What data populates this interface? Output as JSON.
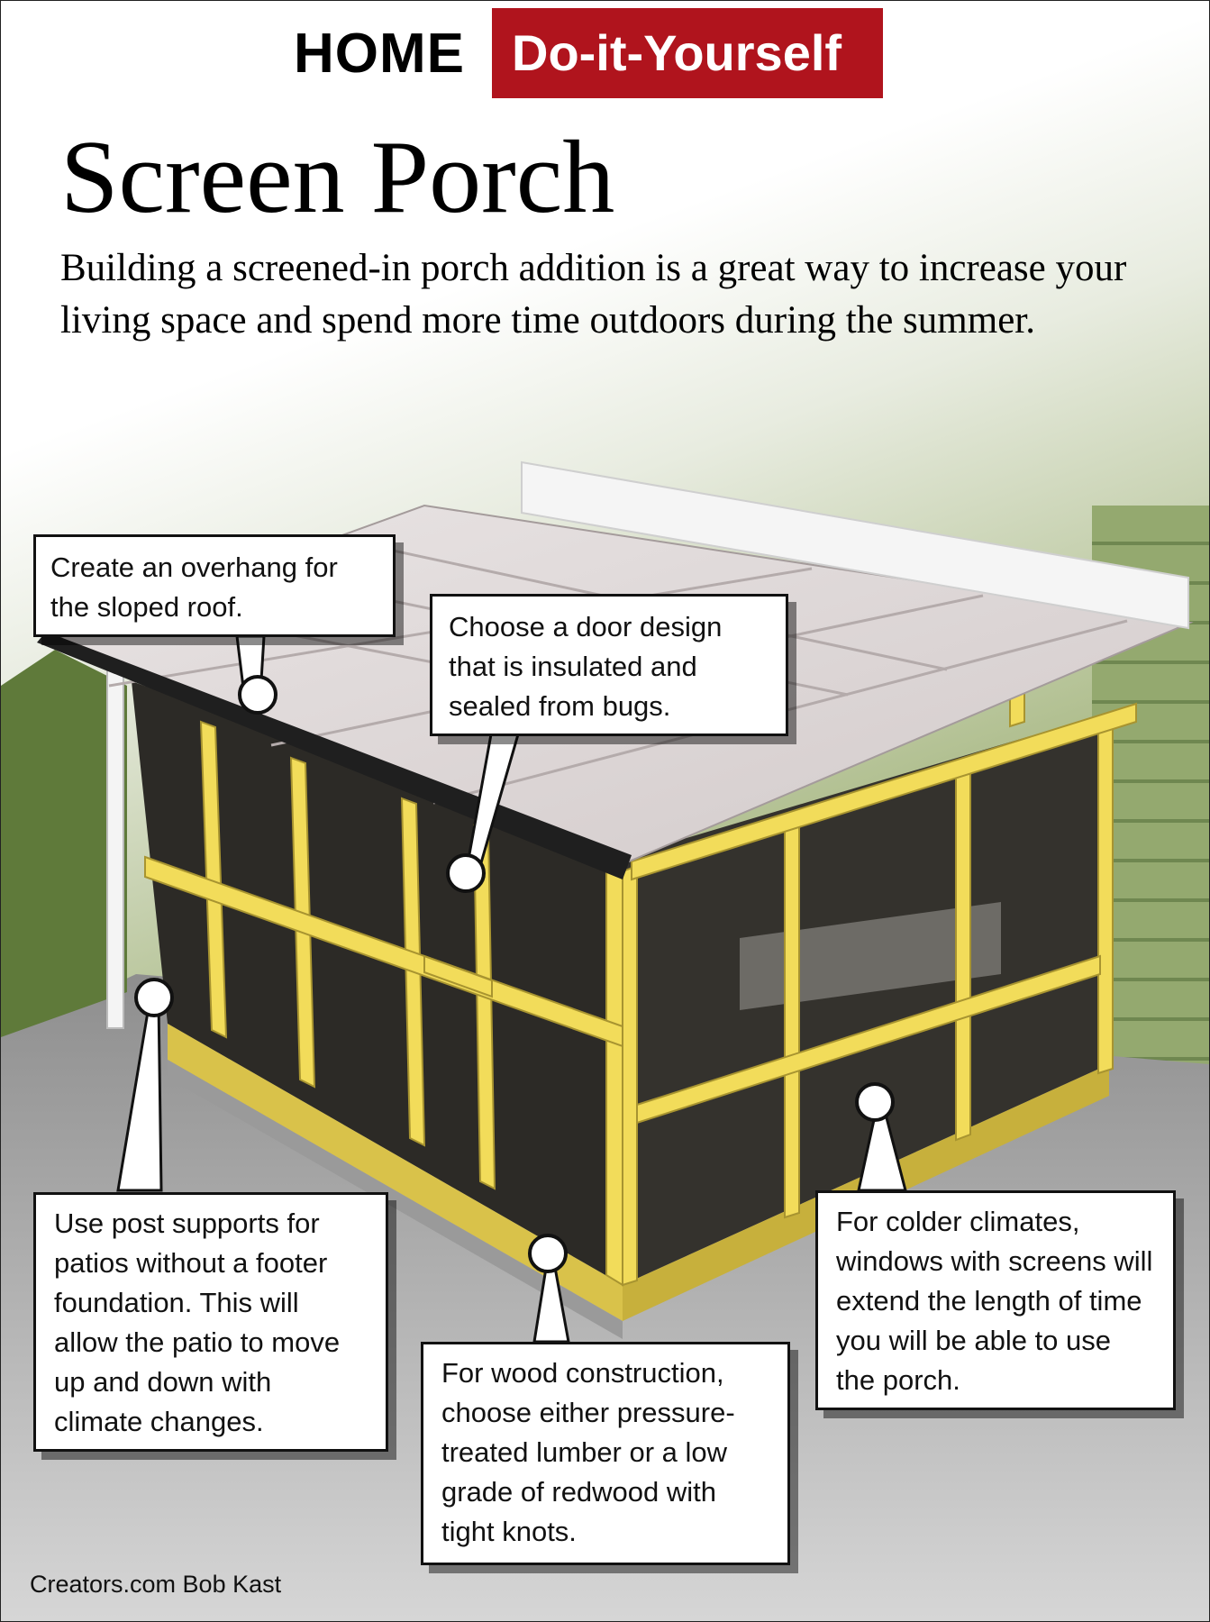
{
  "header": {
    "home_label": "HOME",
    "section_label": "Do-it-Yourself"
  },
  "article": {
    "title": "Screen Porch",
    "intro": "Building a screened-in porch addition is a great way to increase your living space and spend more time outdoors during the summer."
  },
  "callouts": {
    "overhang": "Create an overhang for the sloped roof.",
    "door": "Choose a door design that is insulated and sealed from bugs.",
    "post_supports": "Use post supports for patios without a footer foundation. This will allow the patio to move up and down with climate changes.",
    "wood": "For wood construction, choose either pressure-treated lumber or a low grade of redwood with tight knots.",
    "windows": "For colder climates, windows with screens will extend the length of time you will be able to use the porch."
  },
  "credit": "Creators.com Bob Kast",
  "colors": {
    "accent_red": "#b0141d",
    "frame_yellow": "#f2dc5a",
    "siding_green": "#8fa56b"
  }
}
